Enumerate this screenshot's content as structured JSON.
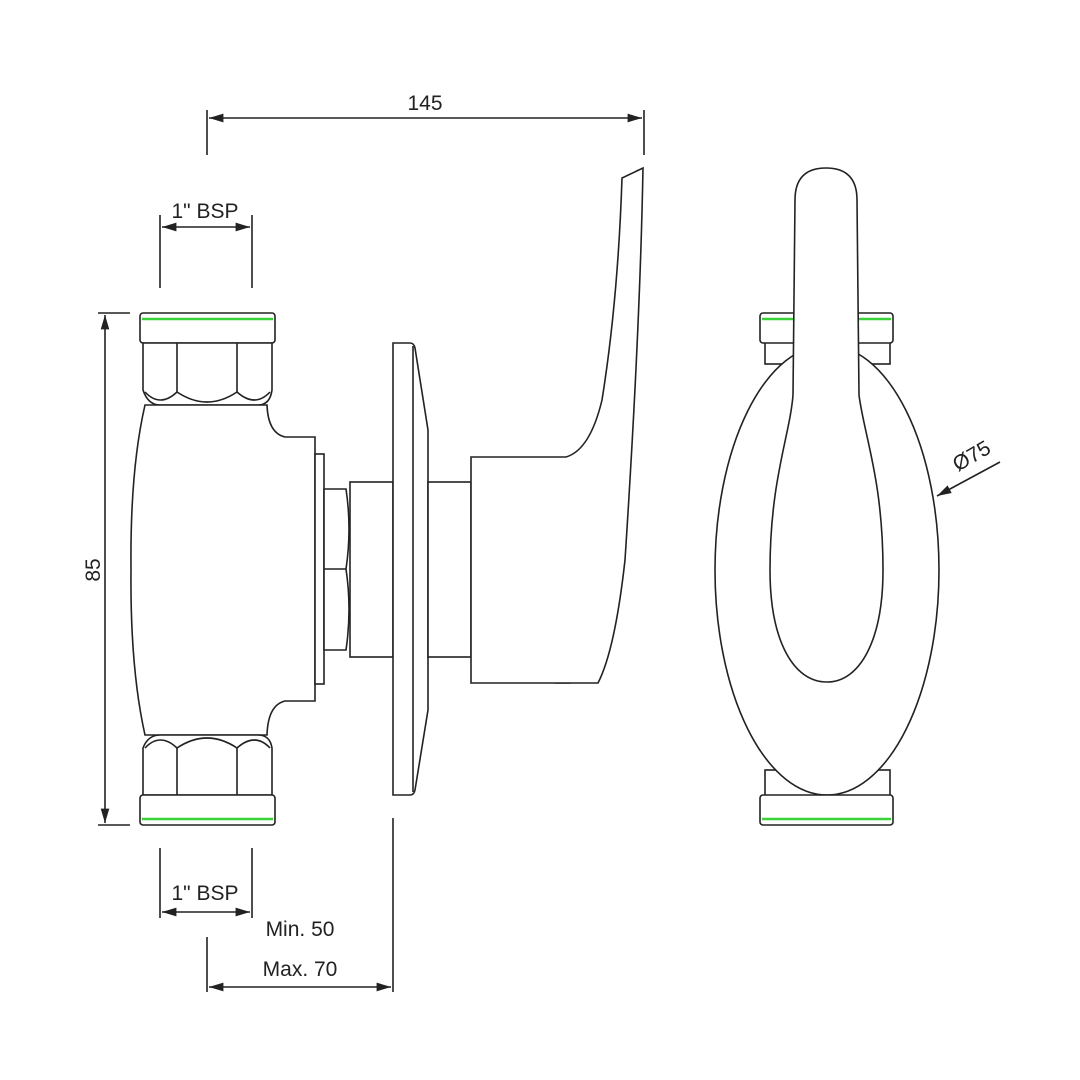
{
  "dimensions": {
    "overall_length": "145",
    "inlet_top": "1\" BSP",
    "inlet_bottom": "1\" BSP",
    "height": "85",
    "diameter": "Ø75",
    "wall_min": "Min. 50",
    "wall_max": "Max. 70"
  },
  "colors": {
    "line": "#222222",
    "seal": "#3bd13b"
  }
}
